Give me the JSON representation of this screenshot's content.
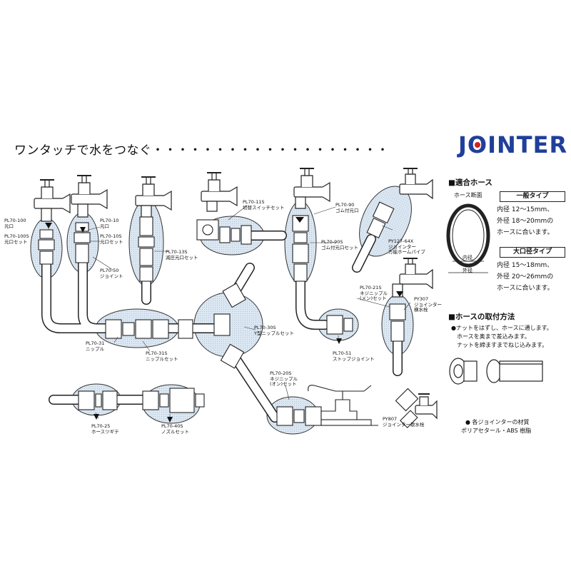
{
  "headline": "ワンタッチで水をつなぐ・・・・・・・・・・・・・・・・・・・",
  "brand": {
    "logo_left": "J",
    "logo_o": "O",
    "logo_right": "INTER",
    "dot_color": "#d32020",
    "logo_color": "#1f3f9a"
  },
  "parts": {
    "pl70_100": "PL70-100",
    "pl70_100_name": "元口",
    "pl70_100s": "PL70-100S",
    "pl70_100s_name": "元口セット",
    "pl70_10": "PL70-10",
    "pl70_10_name": "元口",
    "pl70_10s": "PL70-10S",
    "pl70_10s_name": "元口セット",
    "pl70_50": "PL70-50",
    "pl70_50_name": "ジョイント",
    "pl70_13s": "PL70-13S",
    "pl70_13s_name": "減圧元口セット",
    "pl70_11s": "PL70-11S",
    "pl70_11s_name": "切替スイッチセット",
    "pl70_31": "PL70-31",
    "pl70_31_name": "ニップル",
    "pl70_31s": "PL70-31S",
    "pl70_31s_name": "ニップルセット",
    "pl70_30s": "PL70-30S",
    "pl70_30s_name": "Y型ニップルセット",
    "pl70_90": "PL70-90",
    "pl70_90_name": "ゴム付元口",
    "pl70_90s": "PL70-90S",
    "pl70_90s_name": "ゴム付元口セット",
    "py127": "PY127-64X",
    "py127_name1": "ジョインター",
    "py127_name2": "万能ホームパイプ",
    "pl70_21s": "PL70-21S",
    "pl70_21s_name1": "ネジニップル",
    "pl70_21s_name2": "(メン)セット",
    "py307": "PY307",
    "py307_name1": "ジョインター",
    "py307_name2": "横水栓",
    "pl70_51": "PL70-51",
    "pl70_51_name": "ストップジョイント",
    "pl70_20s": "PL70-20S",
    "pl70_20s_name1": "ネジニップル",
    "pl70_20s_name2": "(オン)セット",
    "py807": "PY807",
    "py807_name": "ジョインター散水栓",
    "pl70_25": "PL70-25",
    "pl70_25_name": "ホースツギテ",
    "pl70_40s": "PL70-40S",
    "pl70_40s_name": "ノズルセット"
  },
  "hose": {
    "title": "■適合ホース",
    "section_label": "ホース断面",
    "inner_label": "内径",
    "outer_label": "外径",
    "general_header": "一般タイプ",
    "general_line1": "内径 12～15mm、",
    "general_line2": "外径 18～20mmの",
    "general_line3": "ホースに合います。",
    "large_header": "大口径タイプ",
    "large_line1": "内径 15～18mm、",
    "large_line2": "外径 20～26mmの",
    "large_line3": "ホースに合います。"
  },
  "install": {
    "title": "■ホースの取付方法",
    "step1": "●ナットをはずし、ホースに通します。",
    "step2": "ホースを奥まで差込みます。",
    "step3": "ナットを締ますまでねじ込みます。"
  },
  "material": {
    "line1": "● 各ジョインターの材質",
    "line2": "ポリアセタール・ABS 樹脂"
  }
}
